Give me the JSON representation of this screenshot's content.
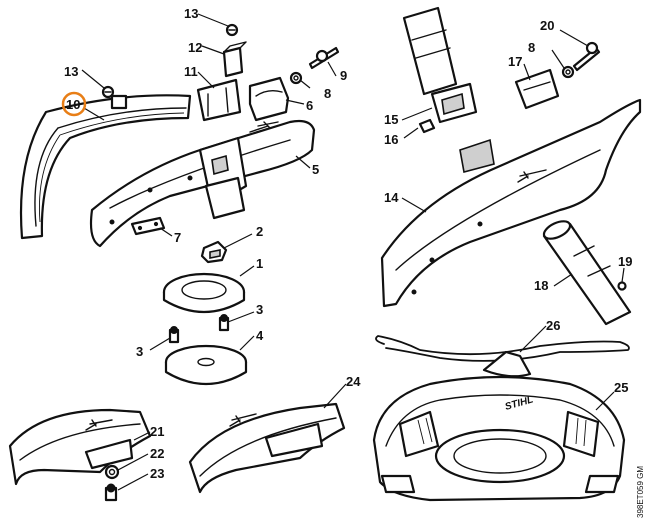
{
  "diagram": {
    "callouts": [
      "1",
      "2",
      "3",
      "3",
      "4",
      "5",
      "6",
      "7",
      "8",
      "8",
      "9",
      "10",
      "11",
      "12",
      "13",
      "13",
      "14",
      "15",
      "16",
      "17",
      "18",
      "19",
      "20",
      "21",
      "22",
      "23",
      "24",
      "25",
      "26"
    ],
    "highlighted_callout": "10",
    "highlight_color": "#e87e16",
    "logo_text": "STIHL",
    "reference_code": "398ET059 GM"
  }
}
